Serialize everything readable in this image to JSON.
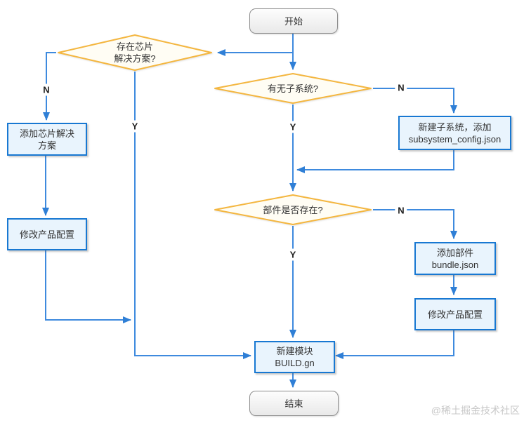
{
  "watermark": "@稀土掘金技术社区",
  "palette": {
    "connector_blue": "#3e8ade",
    "arrowhead_blue": "#2f7fd6",
    "decision_border": "#f4b63f",
    "decision_fill": "#fffdf4",
    "process_border": "#1878d2",
    "process_fill": "#e9f4fd",
    "terminal_border": "#8e8e8e",
    "terminal_fill": "#f1f1f1",
    "text": "#333333"
  },
  "nodes": {
    "start": {
      "label": "开始",
      "type": "terminal"
    },
    "decision_chip": {
      "label": "存在芯片\n解决方案?",
      "type": "decision"
    },
    "decision_subsystem": {
      "label": "有无子系统?",
      "type": "decision"
    },
    "process_add_chip": {
      "label": "添加芯片解决\n方案",
      "type": "process"
    },
    "process_new_subsystem": {
      "label": "新建子系统，添加\nsubsystem_config.json",
      "type": "process"
    },
    "process_modify_left": {
      "label": "修改产品配置",
      "type": "process"
    },
    "decision_component": {
      "label": "部件是否存在?",
      "type": "decision"
    },
    "process_add_bundle": {
      "label": "添加部件\nbundle.json",
      "type": "process"
    },
    "process_modify_right": {
      "label": "修改产品配置",
      "type": "process"
    },
    "process_new_module": {
      "label": "新建模块\nBUILD.gn",
      "type": "process"
    },
    "end": {
      "label": "结束",
      "type": "terminal"
    }
  },
  "branch_labels": {
    "chip_no": "N",
    "chip_yes": "Y",
    "subsystem_no": "N",
    "subsystem_yes": "Y",
    "component_no": "N",
    "component_yes": "Y"
  }
}
